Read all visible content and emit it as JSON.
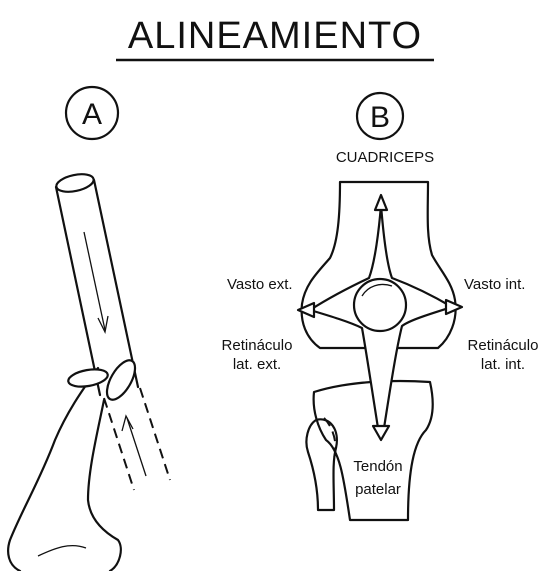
{
  "title": "ALINEAMIENTO",
  "panel_a": {
    "letter": "A"
  },
  "panel_b": {
    "letter": "B",
    "cuadriceps": "CUADRICEPS",
    "vasto_ext": "Vasto ext.",
    "vasto_int": "Vasto int.",
    "retinaculo_ext_line1": "Retináculo",
    "retinaculo_ext_line2": "lat. ext.",
    "retinaculo_int_line1": "Retináculo",
    "retinaculo_int_line2": "lat. int.",
    "tendon_line1": "Tendón",
    "tendon_line2": "patelar"
  }
}
